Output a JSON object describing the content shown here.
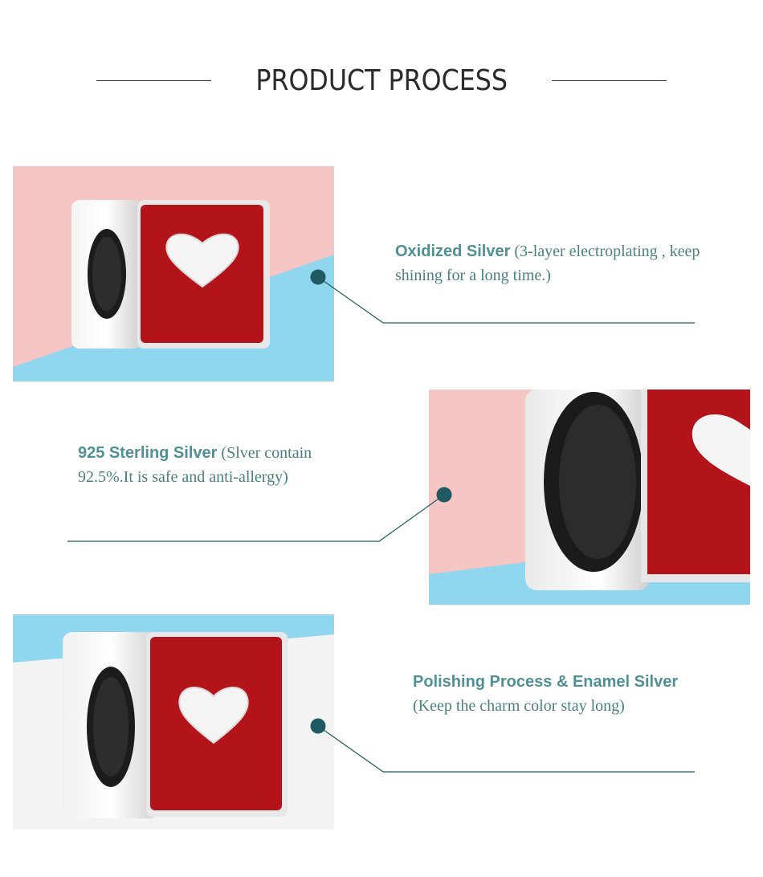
{
  "header": {
    "title": "PRODUCT PROCESS"
  },
  "features": [
    {
      "title": "Oxidized Silver",
      "detail": "(3-layer electroplating , keep shining for a long time.)"
    },
    {
      "title": "925 Sterling Silver",
      "detail": "(Slver contain 92.5%.It is safe and anti-allergy)"
    },
    {
      "title": "Polishing Process & Enamel Silver",
      "detail": "(Keep the charm color stay long)"
    }
  ],
  "colors": {
    "accent": "#1f5a63",
    "text": "#4a7f86",
    "enamel": "#b3141a",
    "bg_pink": "#f5c6c4",
    "bg_blue": "#8fd6ee"
  }
}
